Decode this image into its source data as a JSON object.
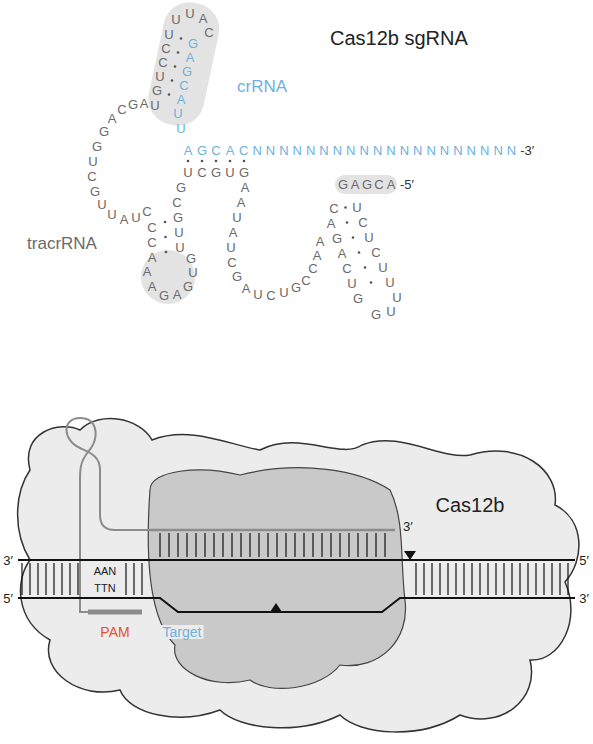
{
  "diagram": {
    "labels": [
      "Cas12b sgRNA",
      "crRNA",
      "tracrRNA",
      "U",
      "C",
      "C",
      "U",
      "G",
      "U",
      "U",
      "A",
      "C",
      "G",
      "A",
      "G",
      "C",
      "A",
      "U",
      "U",
      "G",
      "A",
      "C",
      "G",
      "A",
      "U",
      "A",
      "G",
      "C",
      "A",
      "CNNNNNNNNNNNNNNNNNNNN",
      "-3′",
      "U",
      "C",
      "G",
      "U",
      "G",
      "G",
      "U",
      "C",
      "G",
      "U",
      "U",
      "A",
      "U",
      "C",
      "G",
      "C",
      "G",
      "U",
      "U",
      "C",
      "C",
      "A",
      "A",
      "A",
      "G",
      "A",
      "G",
      "U",
      "G",
      "A",
      "A",
      "U",
      "A",
      "U",
      "C",
      "G",
      "A",
      "U",
      "C",
      "U",
      "G",
      "C",
      "C",
      "A",
      "A",
      "G",
      "A",
      "G",
      "C",
      "A",
      "-5′",
      "C",
      "A",
      "G",
      "A",
      "C",
      "U",
      "G",
      "U",
      "C",
      "U",
      "C",
      "U",
      "U",
      "U",
      "U",
      "G",
      "Cas12b",
      "3′",
      "5′",
      "AAN",
      "TTN",
      "3′",
      "5′",
      "3′",
      "PAM",
      "Target"
    ]
  }
}
